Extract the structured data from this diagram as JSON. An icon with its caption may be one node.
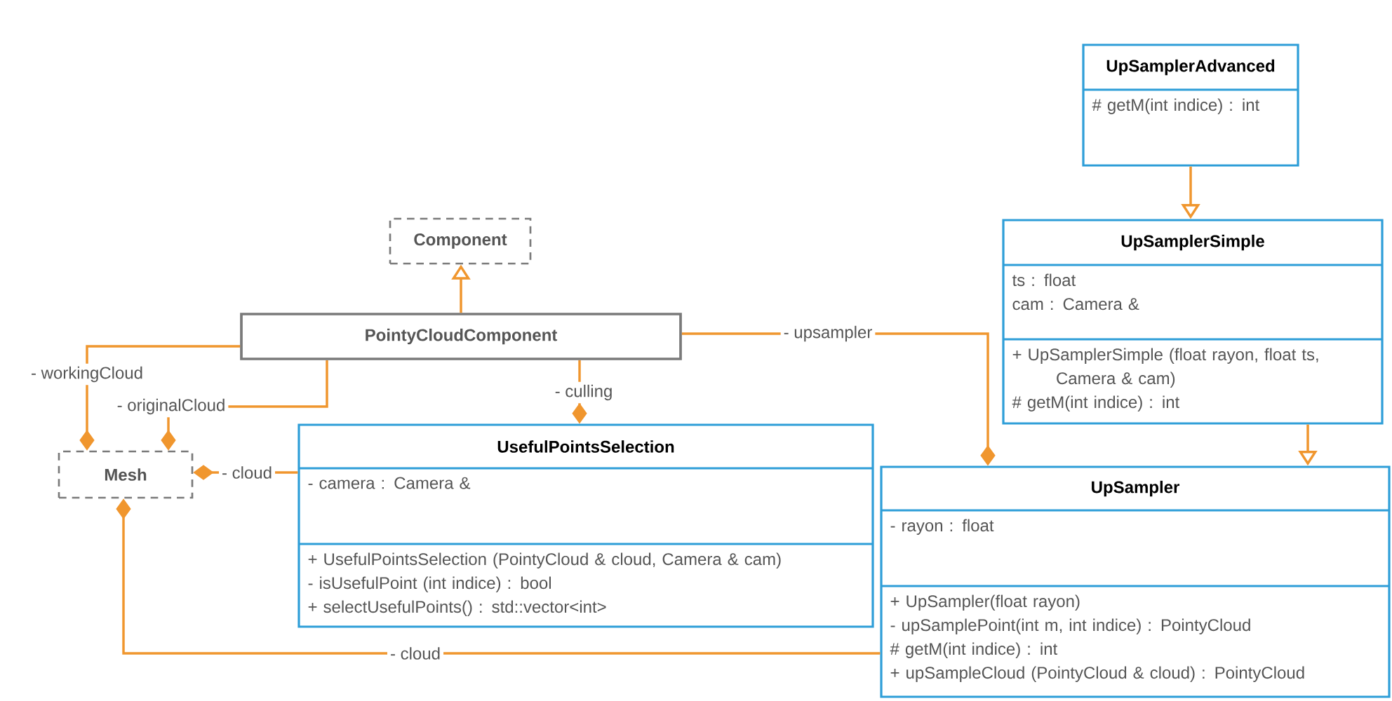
{
  "diagram": {
    "nodes": [
      {
        "text": [
          "Component"
        ]
      },
      {
        "text": [
          "PointyCloudComponent"
        ]
      },
      {
        "text": [
          "Mesh"
        ]
      },
      {
        "text": [
          "UsefulPointsSelection",
          "- camera : Camera &",
          "+ UsefulPointsSelection (PointyCloud & cloud, Camera & cam)",
          "- isUsefulPoint (int indice) : bool",
          "+ selectUsefulPoints() : std::vector<int>"
        ]
      },
      {
        "text": [
          "UpSamplerAdvanced",
          "# getM(int indice) : int"
        ]
      },
      {
        "text": [
          "UpSamplerSimple",
          "ts : float",
          "cam : Camera &",
          "+ UpSamplerSimple (float rayon, float ts, Camera & cam)",
          "# getM(int indice) : int"
        ]
      },
      {
        "text": [
          "UpSampler",
          "- rayon : float",
          "+ UpSampler(float rayon)",
          "- upSamplePoint(int m, int indice) : PointyCloud",
          "# getM(int indice) : int",
          "+ upSampleCloud (PointyCloud & cloud) : PointyCloud"
        ]
      }
    ],
    "edges": [
      {
        "from": 1,
        "to": 0,
        "arrow": "to"
      },
      {
        "from": 1,
        "to": 2,
        "arrow": "other",
        "label": "- workingCloud"
      },
      {
        "from": 1,
        "to": 2,
        "arrow": "other",
        "label": "- originalCloud"
      },
      {
        "from": 1,
        "to": 3,
        "arrow": "other",
        "label": "- culling"
      },
      {
        "from": 1,
        "to": 6,
        "arrow": "other",
        "label": "- upsampler"
      },
      {
        "from": 3,
        "to": 2,
        "arrow": "other",
        "label": "- cloud"
      },
      {
        "from": 6,
        "to": 2,
        "arrow": "other",
        "label": "- cloud"
      },
      {
        "from": 4,
        "to": 5,
        "arrow": "to"
      },
      {
        "from": 5,
        "to": 6,
        "arrow": "to"
      }
    ]
  }
}
